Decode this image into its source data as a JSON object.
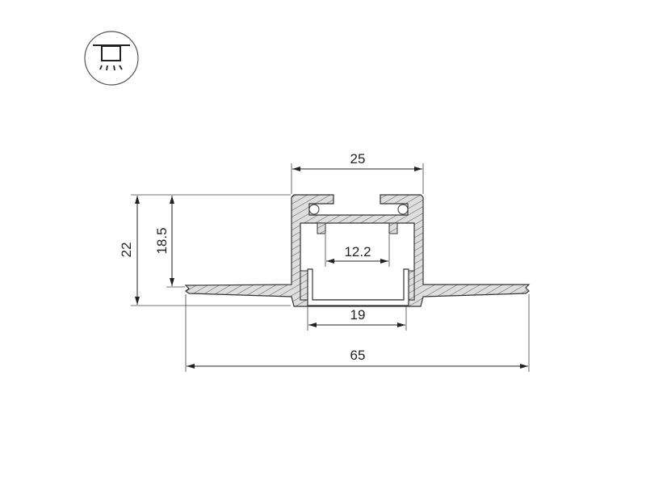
{
  "icon": {
    "name": "recessed-ceiling-light-icon"
  },
  "dimensions": {
    "top_width": "25",
    "total_height": "22",
    "body_height": "18.5",
    "inner_slot_width": "12.2",
    "diffuser_width": "19",
    "flange_width": "65"
  },
  "colors": {
    "line": "#222222",
    "profile_fill": "#dedede",
    "hatch": "#555555"
  }
}
